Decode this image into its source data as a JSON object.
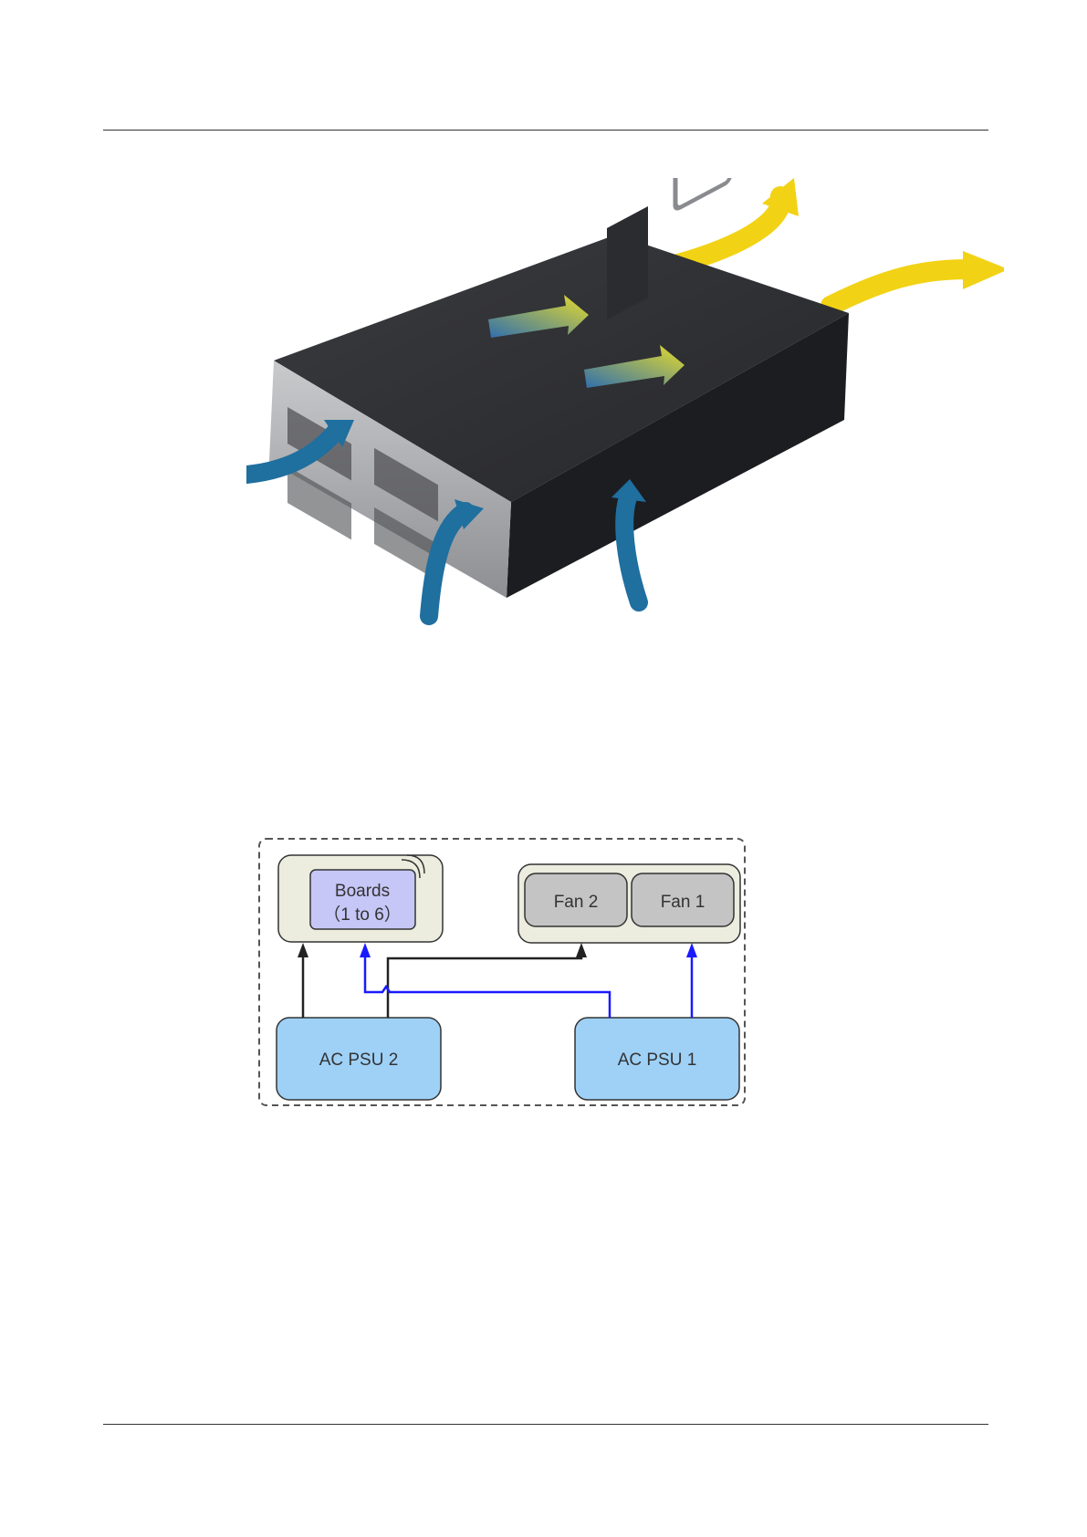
{
  "diagram": {
    "boards_line1": "Boards",
    "boards_line2": "（1 to 6）",
    "fan2": "Fan 2",
    "fan1": "Fan 1",
    "psu2": "AC PSU 2",
    "psu1": "AC PSU 1"
  },
  "colors": {
    "psu_fill": "#9fd1f7",
    "boards_fill": "#c6c6f7",
    "fan_fill": "#c4c4c4",
    "group_fill": "#ececdf",
    "power_link_black": "#222222",
    "power_link_blue": "#1a1aff",
    "airflow_in": "#1f6f9f",
    "airflow_out": "#f2d214"
  },
  "icons": {
    "airflow_in": "curved-blue-arrow-icon",
    "airflow_out": "curved-yellow-arrow-icon",
    "internal_flow": "gradient-arrow-icon"
  }
}
